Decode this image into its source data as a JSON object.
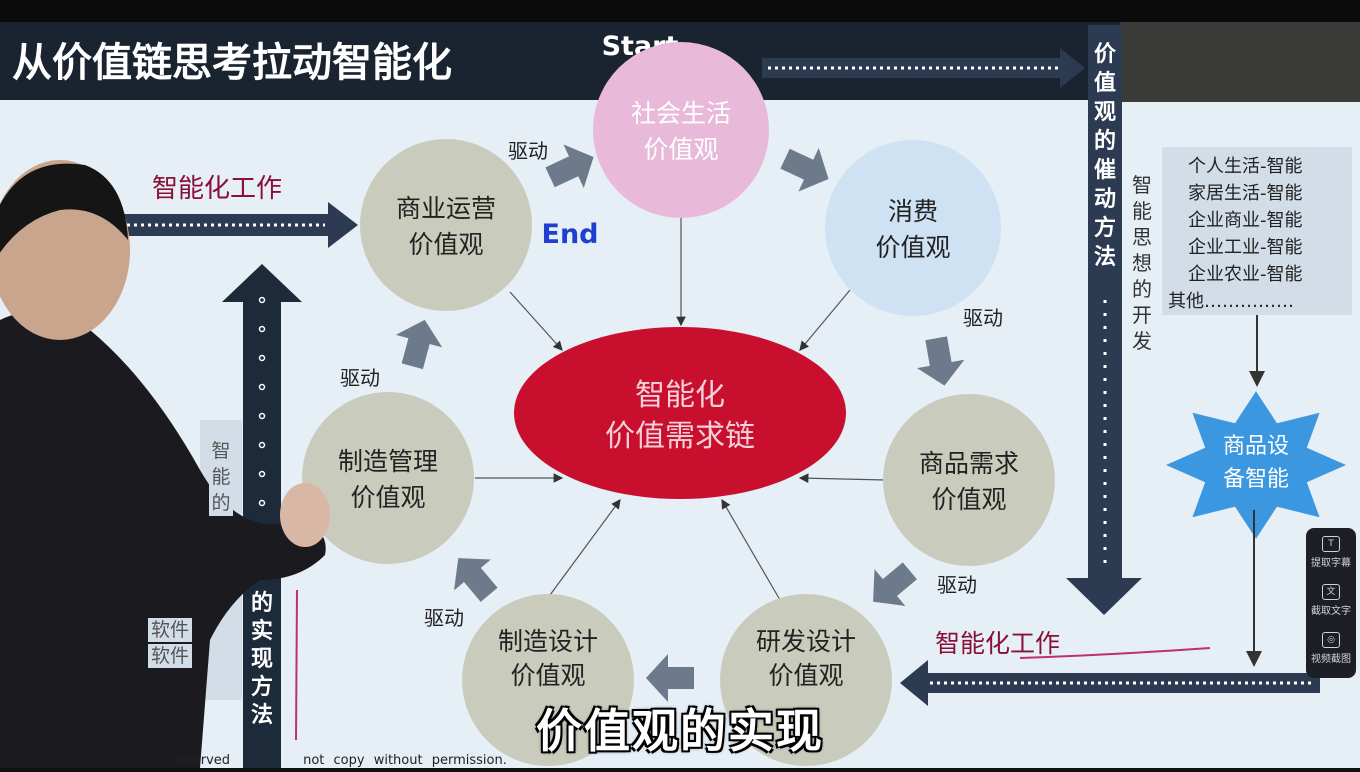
{
  "slide": {
    "title": "从价值链思考拉动智能化",
    "start_label": "Start",
    "end_label": "End",
    "center": {
      "line1": "智能化",
      "line2": "价值需求链"
    },
    "nodes": [
      {
        "line1": "社会生活",
        "line2": "价值观"
      },
      {
        "line1": "消费",
        "line2": "价值观"
      },
      {
        "line1": "商品需求",
        "line2": "价值观"
      },
      {
        "line1": "研发设计",
        "line2": "价值观"
      },
      {
        "line1": "制造设计",
        "line2": "价值观"
      },
      {
        "line1": "制造管理",
        "line2": "价值观"
      },
      {
        "line1": "商业运营",
        "line2": "价值观"
      }
    ],
    "drive_label": "驱动",
    "left_work_label": "智能化工作",
    "bottom_work_label": "智能化工作",
    "right_arrow_text": "价值观的催动方法",
    "right_side_text": "智能思想的开发",
    "left_arrow_text": "的实现方法",
    "left_side_text": "智能的",
    "left_side_text2": "软件",
    "left_side_text3": "软件",
    "list_items": [
      "个人生活-智能",
      "家居生活-智能",
      "企业商业-智能",
      "企业工业-智能",
      "企业农业-智能",
      "其他……………"
    ],
    "star_label": {
      "line1": "商品设",
      "line2": "备智能"
    },
    "copyright": "eserved        not copy without permission."
  },
  "subtitle": "价值观的实现",
  "toolbar": {
    "items": [
      "提取字幕",
      "截取文字",
      "视频截图"
    ]
  },
  "colors": {
    "title_bar": "#1a2330",
    "slide_bg": "#e6eef6",
    "center": "#c8102e",
    "node_gray": "#c9ccbd",
    "node_pink": "#e8b9d8",
    "node_blue": "#cfe2f4",
    "arrow_gray": "#6c7a8c",
    "star": "#3b97e0",
    "end_blue": "#1f3fd0",
    "work_red": "#8a1038"
  }
}
